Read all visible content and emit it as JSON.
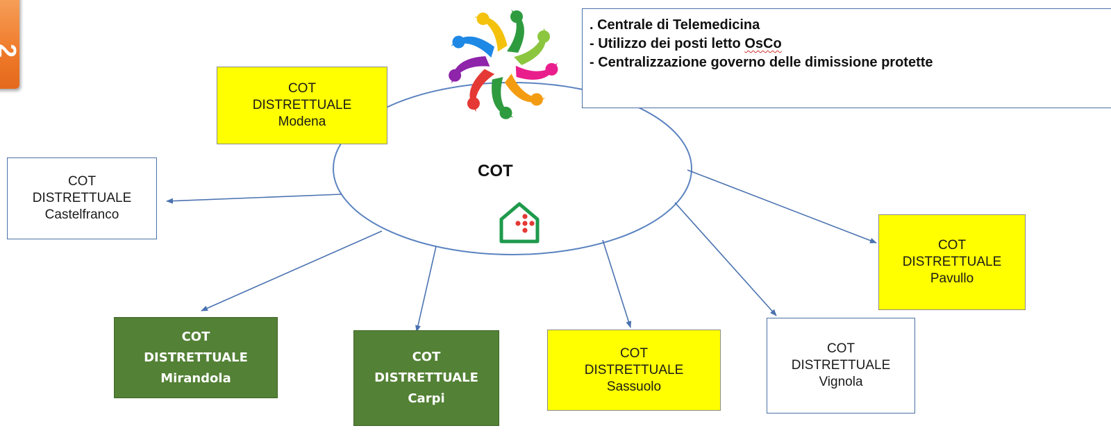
{
  "corner_tab": {
    "label": "2"
  },
  "center": {
    "label": "COT"
  },
  "info": {
    "line1": ". Centrale di Telemedicina",
    "line2_prefix": "- Utilizzo dei posti letto ",
    "line2_word": "OsCo",
    "line3": "- Centralizzazione governo delle dimissione protette"
  },
  "nodes": {
    "modena": {
      "l1": "COT",
      "l2": "DISTRETTUALE",
      "l3": "Modena"
    },
    "castelfranco": {
      "l1": "COT",
      "l2": "DISTRETTUALE",
      "l3": "Castelfranco"
    },
    "mirandola": {
      "l1": "COT",
      "l2": "DISTRETTUALE",
      "l3": "Mirandola"
    },
    "carpi": {
      "l1": "COT",
      "l2": "DISTRETTUALE",
      "l3": "Carpi"
    },
    "sassuolo": {
      "l1": "COT",
      "l2": "DISTRETTUALE",
      "l3": "Sassuolo"
    },
    "vignola": {
      "l1": "COT",
      "l2": "DISTRETTUALE",
      "l3": "Vignola"
    },
    "pavullo": {
      "l1": "COT",
      "l2": "DISTRETTUALE",
      "l3": "Pavullo"
    }
  },
  "colors": {
    "yellow": "#ffff00",
    "green": "#538135",
    "arrow": "#4a72b0",
    "orange_tab": "#ef7a2a",
    "house_icon": "#1e9a4c",
    "cross_dots": "#e53935"
  },
  "icons": [
    "people-pinwheel-logo",
    "house-cross-icon"
  ]
}
